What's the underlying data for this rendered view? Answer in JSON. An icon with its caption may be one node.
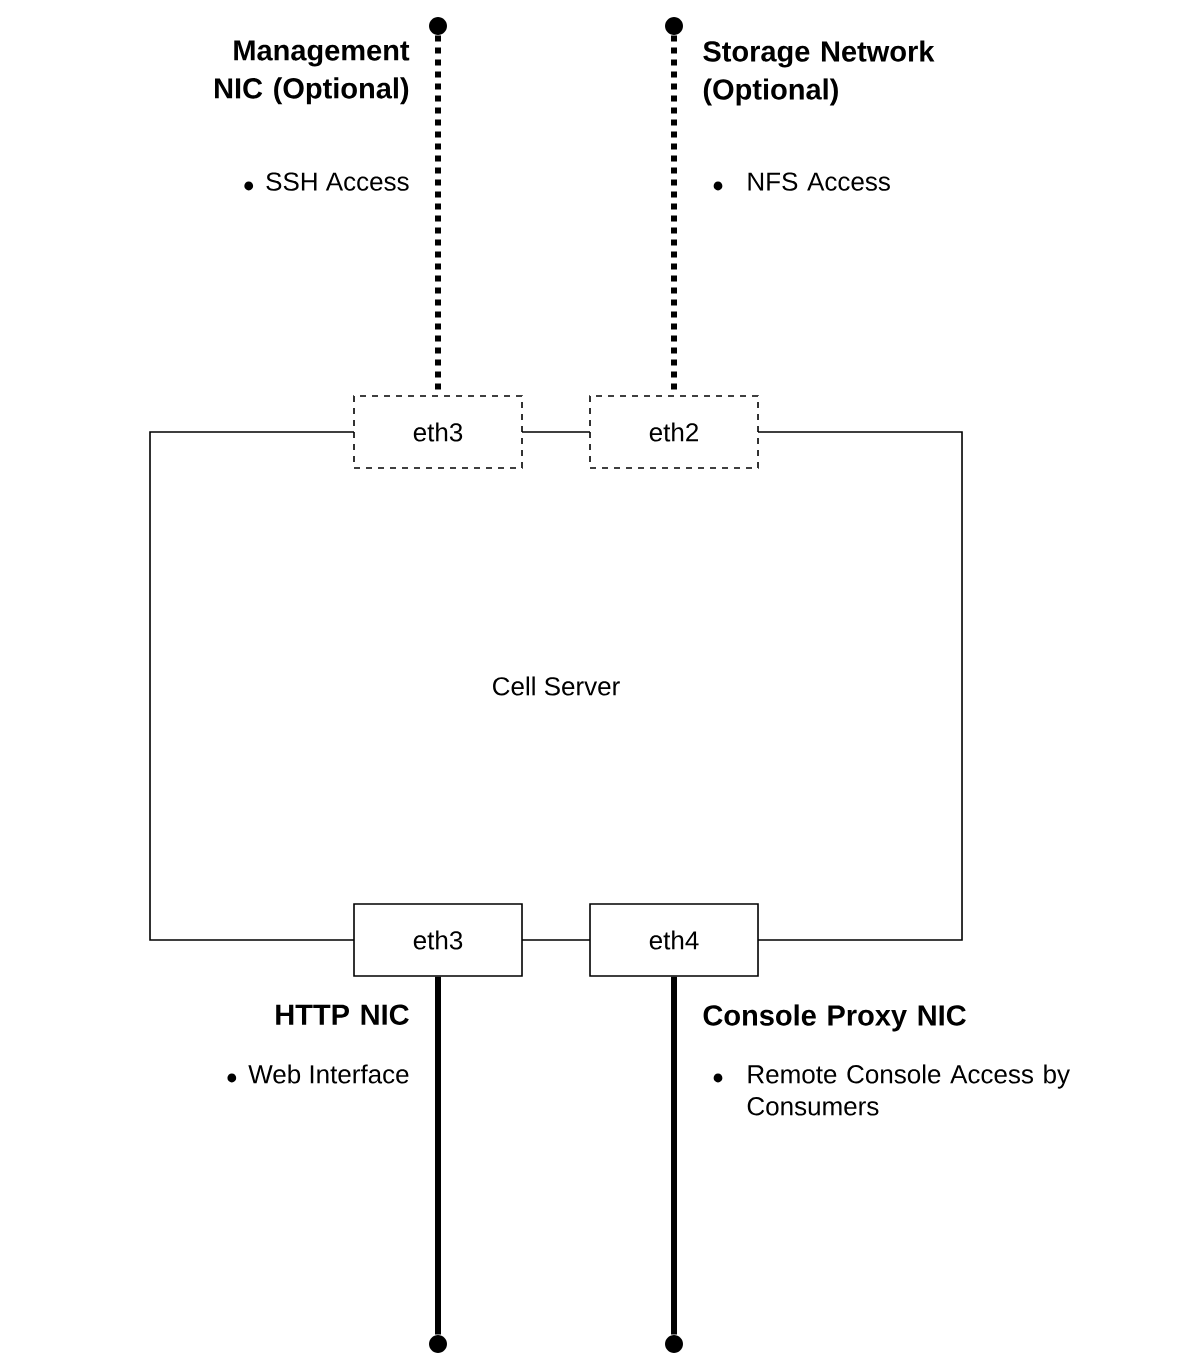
{
  "diagram": {
    "nodes": [
      {
        "text": [
          "Cell Server"
        ]
      },
      {
        "text": [
          "eth3"
        ]
      },
      {
        "text": [
          "eth2"
        ]
      },
      {
        "text": [
          "eth3"
        ]
      },
      {
        "text": [
          "eth4"
        ]
      },
      {
        "text": [],
        "shape": "circle"
      },
      {
        "text": [],
        "shape": "circle"
      },
      {
        "text": [],
        "shape": "circle"
      },
      {
        "text": [],
        "shape": "circle"
      }
    ],
    "edges": [
      {
        "from": 5,
        "to": 1,
        "arrow": "none",
        "style": "dashed"
      },
      {
        "from": 6,
        "to": 2,
        "arrow": "none",
        "style": "dashed"
      },
      {
        "from": 3,
        "to": 7,
        "arrow": "none"
      },
      {
        "from": 4,
        "to": 8,
        "arrow": "none"
      }
    ],
    "labels": [
      "Management NIC (Optional)",
      "SSH Access",
      "Storage Network (Optional)",
      "NFS Access",
      "HTTP NIC",
      "Web Interface",
      "Console Proxy NIC",
      "Remote Console Access by Consumers"
    ]
  }
}
